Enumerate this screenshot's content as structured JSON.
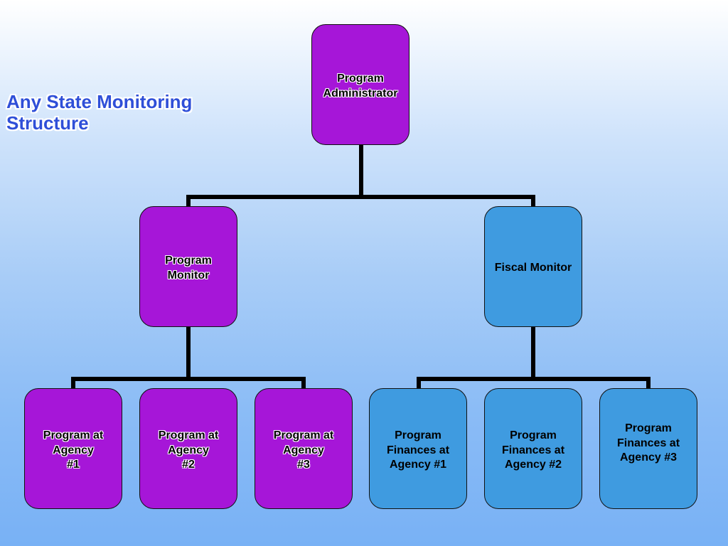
{
  "title": {
    "line1": "Any State Monitoring",
    "line2": "Structure"
  },
  "colors": {
    "program": "#a616d8",
    "fiscal": "#3f9be0",
    "connector": "#000000"
  },
  "nodes": {
    "administrator": {
      "line1": "Program",
      "line2": "Administrator"
    },
    "program_monitor": {
      "line1": "Program",
      "line2": "Monitor"
    },
    "fiscal_monitor": {
      "line1": "Fiscal Monitor"
    },
    "agency1": {
      "line1": "Program at",
      "line2": "Agency",
      "line3": "#1"
    },
    "agency2": {
      "line1": "Program at",
      "line2": "Agency",
      "line3": "#2"
    },
    "agency3": {
      "line1": "Program at",
      "line2": "Agency",
      "line3": "#3"
    },
    "finance1": {
      "line1": "Program",
      "line2": "Finances at",
      "line3": "Agency #1"
    },
    "finance2": {
      "line1": "Program",
      "line2": "Finances at",
      "line3": "Agency #2"
    },
    "finance3": {
      "line1": "Program",
      "line2": "Finances at",
      "line3": "Agency #3"
    }
  }
}
